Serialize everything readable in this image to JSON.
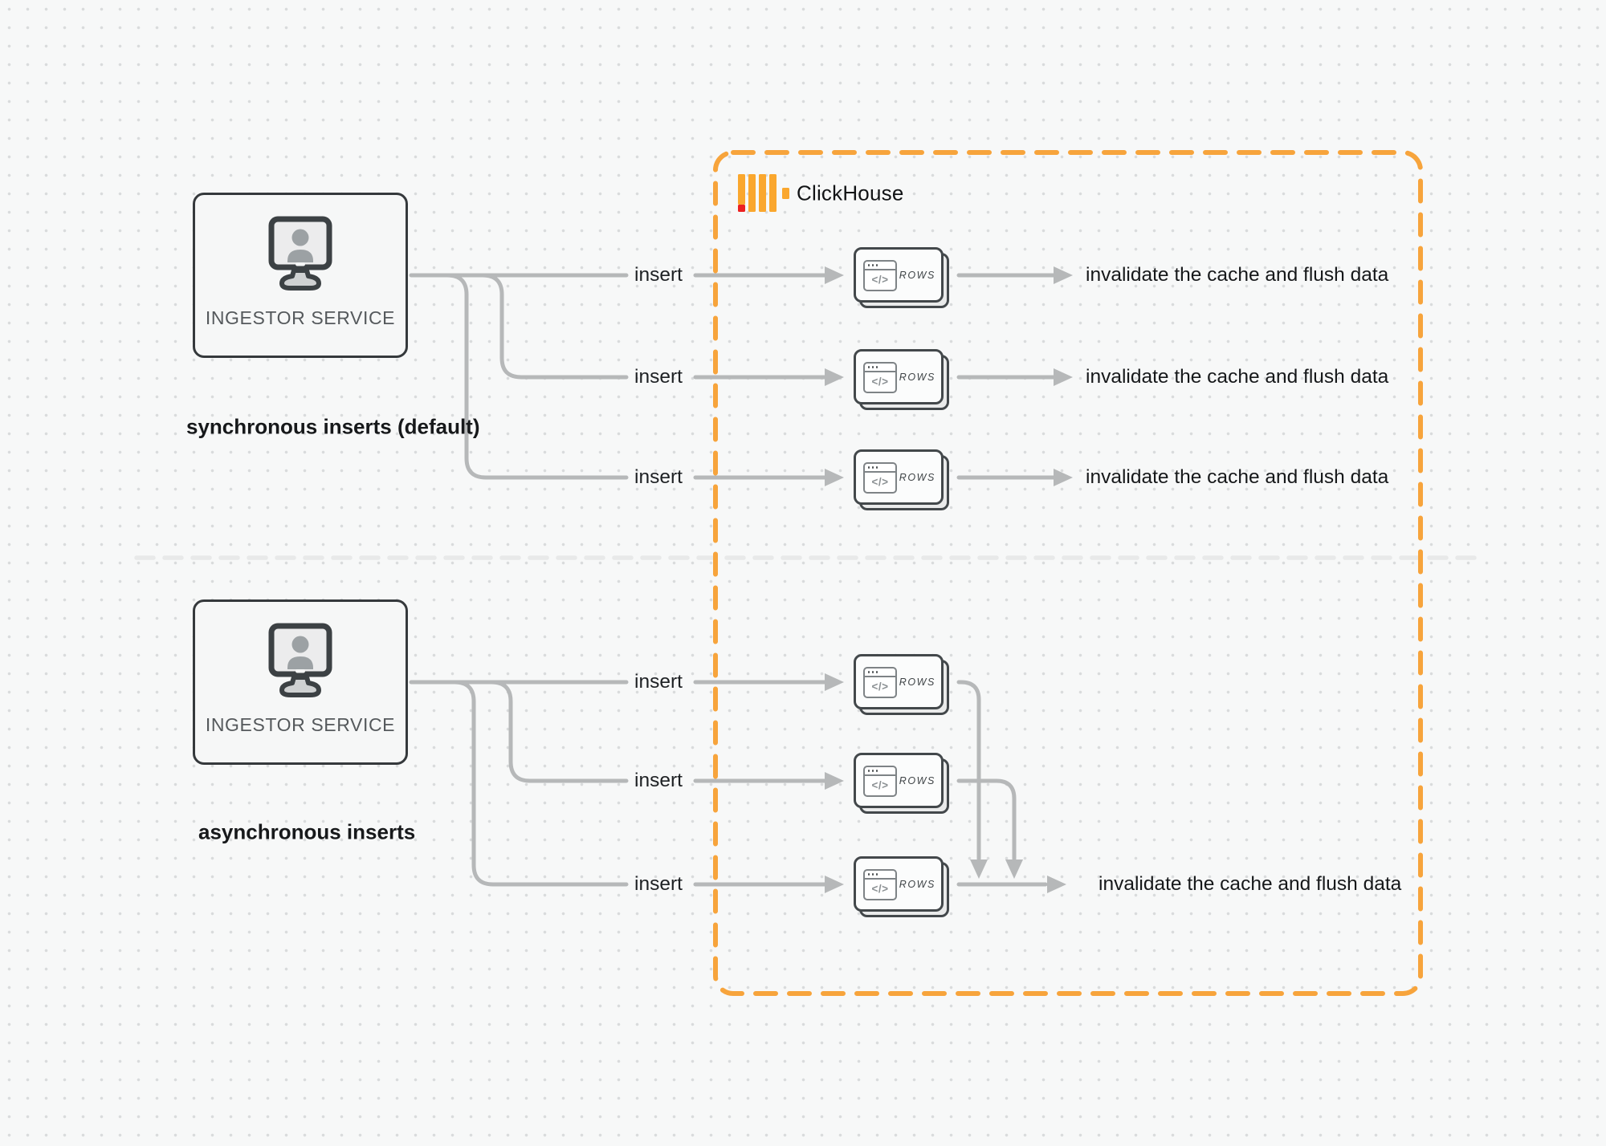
{
  "diagram": {
    "clickhouse": {
      "brand": "ClickHouse"
    },
    "sync": {
      "ingestor_label": "INGESTOR SERVICE",
      "caption": "synchronous inserts (default)",
      "insert_labels": [
        "insert",
        "insert",
        "insert"
      ],
      "card_labels": [
        "ROWS",
        "ROWS",
        "ROWS"
      ],
      "card_glyphs": [
        "</>",
        "</>",
        "</>"
      ],
      "result_labels": [
        "invalidate the cache and flush data",
        "invalidate the cache and flush data",
        "invalidate the cache and flush data"
      ]
    },
    "async": {
      "ingestor_label": "INGESTOR SERVICE",
      "caption": "asynchronous inserts",
      "insert_labels": [
        "insert",
        "insert",
        "insert"
      ],
      "card_labels": [
        "ROWS",
        "ROWS",
        "ROWS"
      ],
      "card_glyphs": [
        "</>",
        "</>",
        "</>"
      ],
      "result_label": "invalidate the cache and flush data"
    },
    "colors": {
      "boundary_orange": "#F7A43C",
      "logo_yellow": "#FAA72E",
      "logo_red": "#EC2121",
      "connector_gray": "#b6b8b9",
      "divider_gray": "#e8e9e9"
    }
  }
}
